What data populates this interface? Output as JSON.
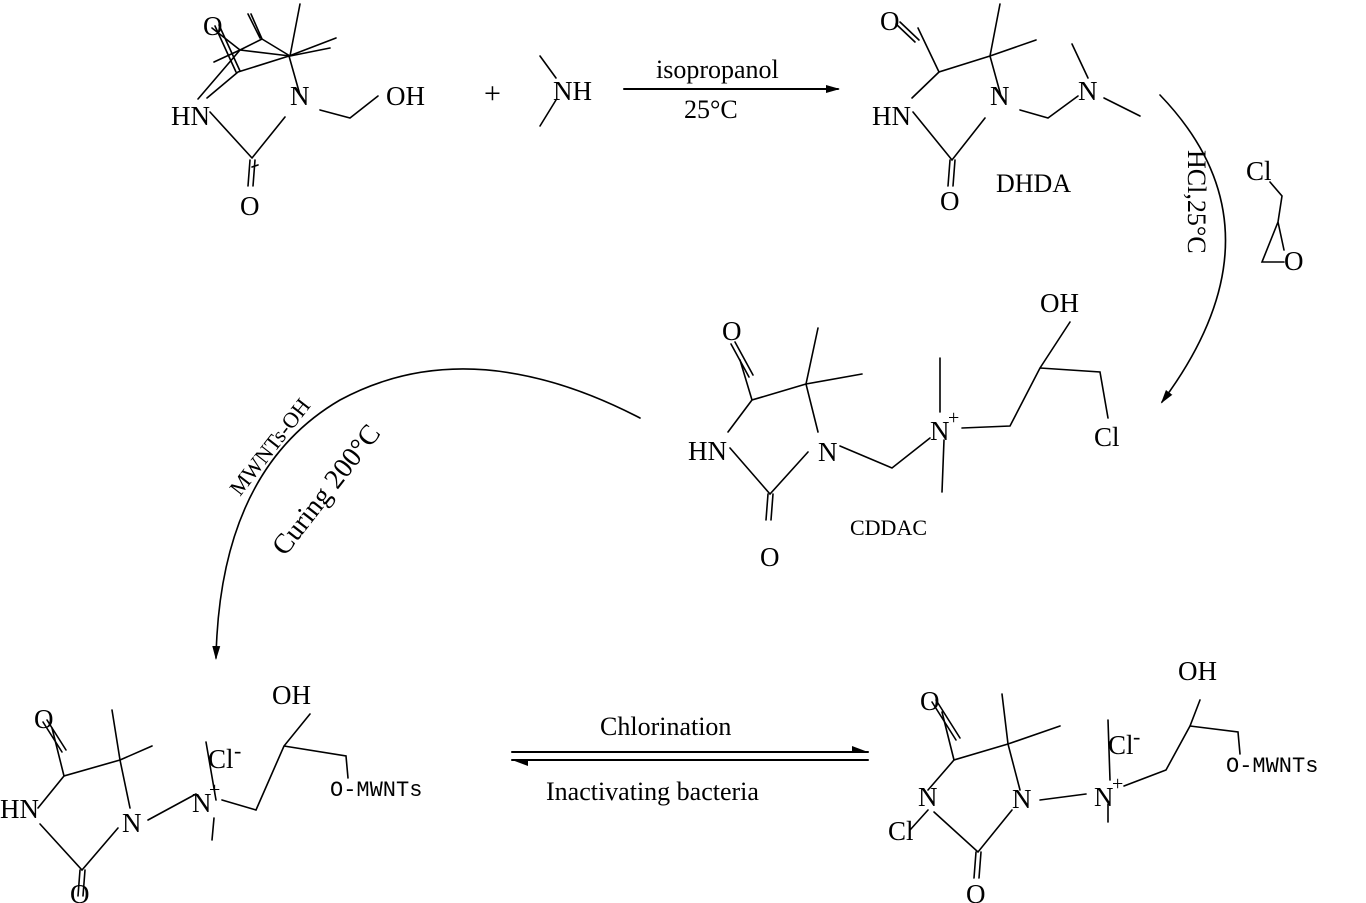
{
  "atoms": {
    "O": "O",
    "N": "N",
    "HN": "HN",
    "NH": "NH",
    "OH": "OH",
    "Cl": "Cl",
    "Cl_minus": "Cl",
    "minus": "-",
    "plus": "+",
    "O_MWNTs": "O-MWNTs"
  },
  "reaction1": {
    "plus_sign": "+",
    "reagent": "isopropanol",
    "temperature": "25°C"
  },
  "reaction2": {
    "conditions": "HCl,25°C"
  },
  "reaction3": {
    "reagent": "MWNTs-OH",
    "conditions": "Curing 200°C"
  },
  "reaction4": {
    "forward": "Chlorination",
    "reverse": "Inactivating bacteria"
  },
  "compounds": {
    "dhda": "DHDA",
    "cddac": "CDDAC"
  }
}
